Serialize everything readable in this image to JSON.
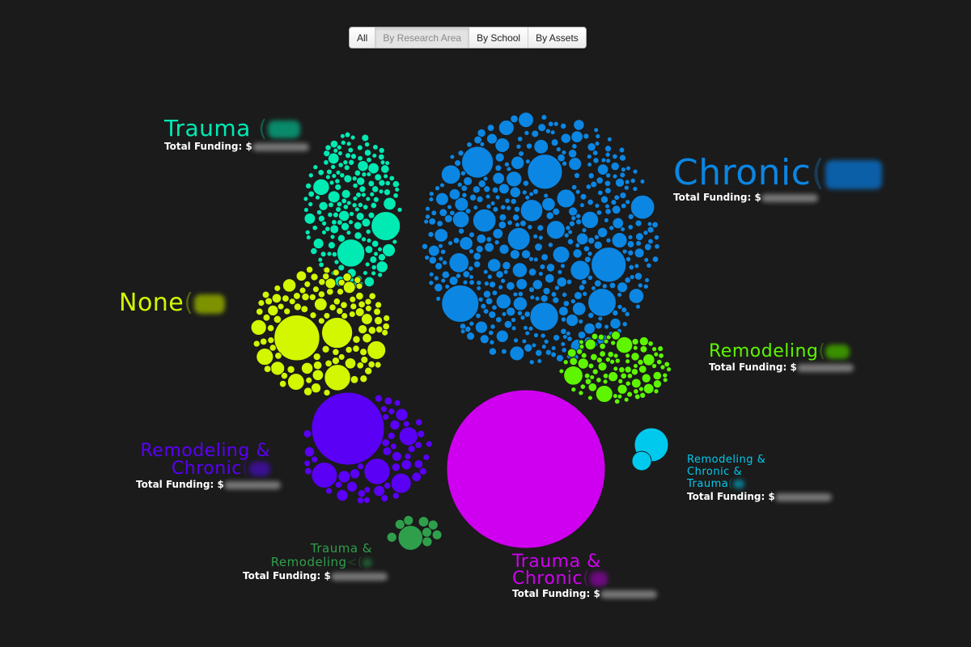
{
  "toolbar": {
    "buttons": [
      "All",
      "By Research Area",
      "By School",
      "By Assets"
    ],
    "active": "By Research Area"
  },
  "funding_label": "Total Funding: $",
  "chart_data": {
    "type": "bubble-cluster",
    "grouping": "By Research Area",
    "groups": [
      {
        "name": "Chronic",
        "suffix": "(",
        "color": "#0b86e3"
      },
      {
        "name": "Trauma",
        "suffix": "(",
        "color": "#00eab4"
      },
      {
        "name": "None",
        "suffix": "(",
        "color": "#d2f700"
      },
      {
        "name": "Remodeling",
        "suffix": "(",
        "color": "#5ef500"
      },
      {
        "name": "Remodeling & Chronic",
        "suffix": "(",
        "color": "#5a00f5"
      },
      {
        "name": "Trauma & Chronic",
        "suffix": "(",
        "color": "#cf00ef"
      },
      {
        "name": "Remodeling & Chronic & Trauma",
        "suffix": "(",
        "color": "#00c9ee"
      },
      {
        "name": "Trauma & Remodeling",
        "suffix": "<(",
        "color": "#2f9f4c"
      }
    ]
  }
}
